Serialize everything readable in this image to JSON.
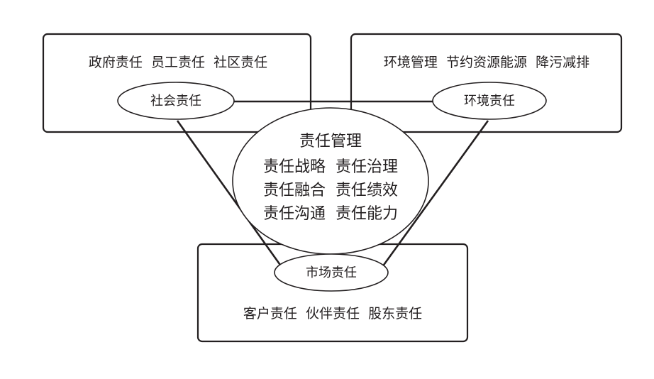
{
  "social": {
    "box_items": "政府责任  员工责任  社区责任",
    "label": "社会责任"
  },
  "environment": {
    "box_items": "环境管理  节约资源能源  降污减排",
    "label": "环境责任"
  },
  "market": {
    "box_items": "客户责任  伙伴责任  股东责任",
    "label": "市场责任"
  },
  "center": {
    "title": "责任管理",
    "row1": "责任战略  责任治理",
    "row2": "责任融合  责任绩效",
    "row3": "责任沟通  责任能力"
  }
}
